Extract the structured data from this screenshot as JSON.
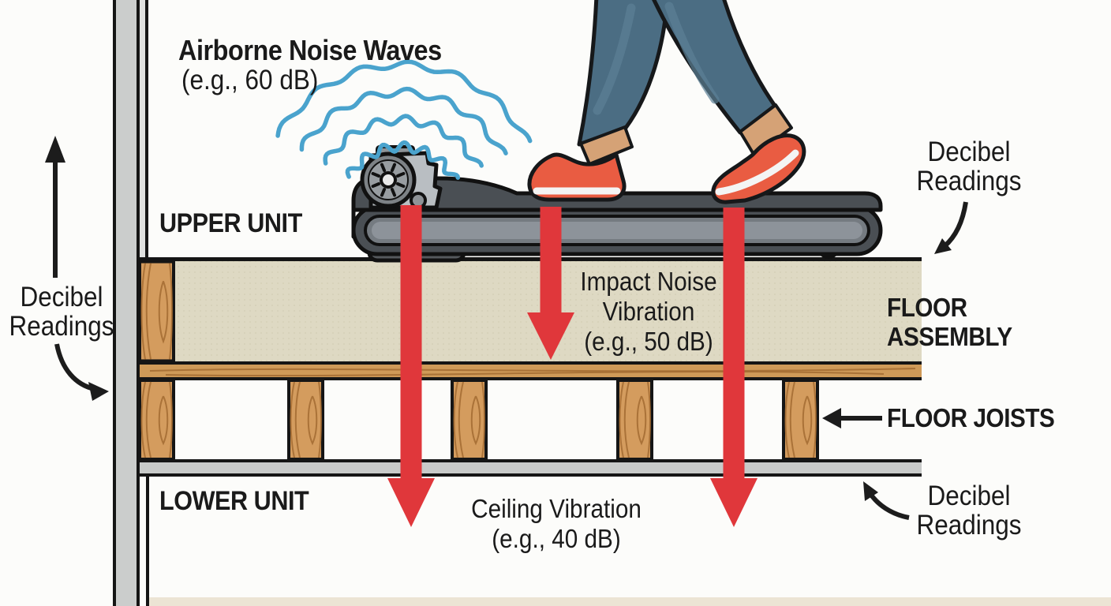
{
  "diagram": {
    "title_block": {
      "airborne_title": "Airborne Noise Waves",
      "airborne_sub": "(e.g., 60 dB)"
    },
    "units": {
      "upper_unit": "UPPER UNIT",
      "lower_unit": "LOWER UNIT"
    },
    "structure": {
      "floor_assembly": "FLOOR ASSEMBLY",
      "floor_joists": "FLOOR JOISTS"
    },
    "annotations": {
      "impact": "Impact Noise\nVibration\n(e.g., 50 dB)",
      "ceiling": "Ceiling Vibration\n(e.g., 40 dB)",
      "decibel_left": "Decibel\nReadings",
      "decibel_top_right": "Decibel\nReadings",
      "decibel_bottom_right": "Decibel\nReadings"
    },
    "readings": [
      {
        "source": "Airborne Noise Waves",
        "level_db": 60
      },
      {
        "source": "Impact Noise Vibration",
        "level_db": 50
      },
      {
        "source": "Ceiling Vibration",
        "level_db": 40
      }
    ],
    "colors": {
      "noise_wave_blue": "#4aa3cd",
      "vibration_arrow_red": "#e0373b",
      "floor_beige": "#ded9c3",
      "wood": "#d49c5e",
      "wall_gray": "#cbcdcc",
      "pants_blue": "#4b6d83",
      "shoe_red": "#e95c42",
      "text_black": "#1a1a1a"
    }
  }
}
